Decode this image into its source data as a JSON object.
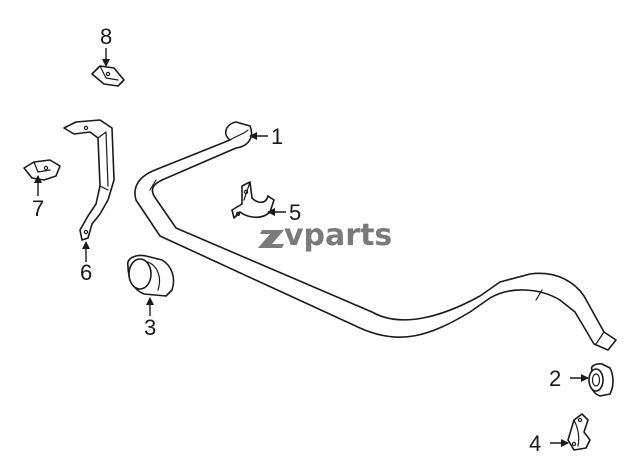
{
  "callouts": {
    "c1": "1",
    "c2": "2",
    "c3": "3",
    "c4": "4",
    "c5": "5",
    "c6": "6",
    "c7": "7",
    "c8": "8"
  },
  "watermark": {
    "text": "vparts",
    "color": "#7a7a7a"
  }
}
